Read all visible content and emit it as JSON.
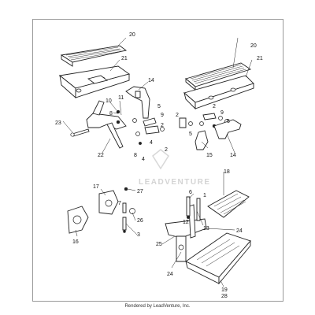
{
  "diagram": {
    "callouts": [
      {
        "id": "c20a",
        "text": "20"
      },
      {
        "id": "c21a",
        "text": "21"
      },
      {
        "id": "c14a",
        "text": "14"
      },
      {
        "id": "c10",
        "text": "10"
      },
      {
        "id": "c11",
        "text": "11"
      },
      {
        "id": "c8a",
        "text": "8"
      },
      {
        "id": "c5a",
        "text": "5"
      },
      {
        "id": "c9a",
        "text": "9"
      },
      {
        "id": "c2a",
        "text": "2"
      },
      {
        "id": "c23",
        "text": "23"
      },
      {
        "id": "c22",
        "text": "22"
      },
      {
        "id": "c4a",
        "text": "4"
      },
      {
        "id": "c8b",
        "text": "8"
      },
      {
        "id": "c4b",
        "text": "4"
      },
      {
        "id": "c2b",
        "text": "2"
      },
      {
        "id": "c20b",
        "text": "20"
      },
      {
        "id": "c21b",
        "text": "21"
      },
      {
        "id": "c2c",
        "text": "2"
      },
      {
        "id": "c2d",
        "text": "2"
      },
      {
        "id": "c9b",
        "text": "9"
      },
      {
        "id": "c5b",
        "text": "5"
      },
      {
        "id": "c5c",
        "text": "5"
      },
      {
        "id": "c15",
        "text": "15"
      },
      {
        "id": "c14b",
        "text": "14"
      },
      {
        "id": "c18",
        "text": "18"
      },
      {
        "id": "c17",
        "text": "17"
      },
      {
        "id": "c27",
        "text": "27"
      },
      {
        "id": "c7",
        "text": "7"
      },
      {
        "id": "c26",
        "text": "26"
      },
      {
        "id": "c3",
        "text": "3"
      },
      {
        "id": "c16",
        "text": "16"
      },
      {
        "id": "c6",
        "text": "6"
      },
      {
        "id": "c1",
        "text": "1"
      },
      {
        "id": "c12",
        "text": "12"
      },
      {
        "id": "c13",
        "text": "13"
      },
      {
        "id": "c24a",
        "text": "24"
      },
      {
        "id": "c25",
        "text": "25"
      },
      {
        "id": "c24b",
        "text": "24"
      },
      {
        "id": "c19",
        "text": "19"
      },
      {
        "id": "c28",
        "text": "28"
      }
    ]
  },
  "watermark": "LEADVENTURE",
  "footer": "Rendered by LeadVenture, Inc."
}
